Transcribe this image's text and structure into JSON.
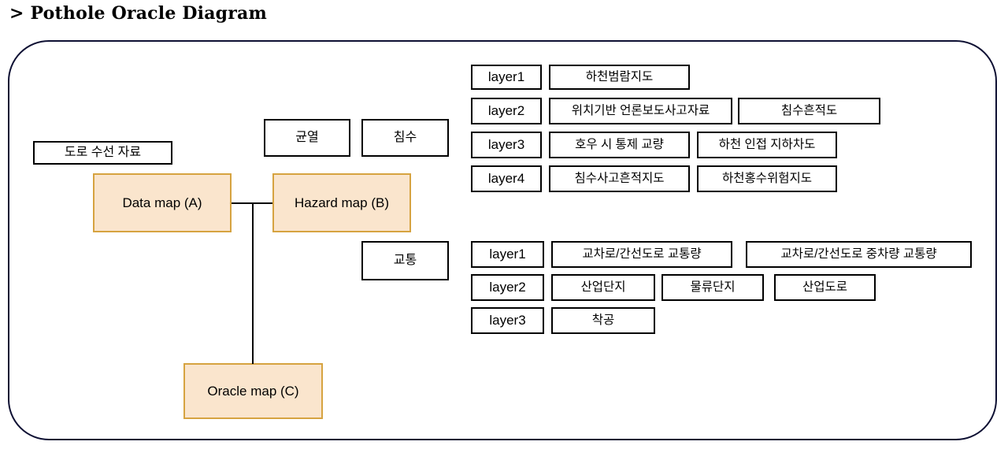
{
  "page": {
    "title": "> Pothole Oracle Diagram",
    "accent_fill": "#fae5cd",
    "accent_border": "#d6a340",
    "frame_border": "#0e1033",
    "box_border": "#000000"
  },
  "nodes": {
    "source_box": "도로 수선 자료",
    "data_map": "Data map (A)",
    "hazard_map": "Hazard map (B)",
    "oracle_map": "Oracle map (C)",
    "category_crack": "균열",
    "category_flood": "침수",
    "category_traffic": "교통"
  },
  "flood_layers": [
    {
      "label": "layer1",
      "values": [
        "하천범람지도"
      ]
    },
    {
      "label": "layer2",
      "values": [
        "위치기반 언론보도사고자료",
        "침수흔적도"
      ]
    },
    {
      "label": "layer3",
      "values": [
        "호우 시 통제 교량",
        "하천 인접 지하차도"
      ]
    },
    {
      "label": "layer4",
      "values": [
        "침수사고흔적지도",
        "하천홍수위험지도"
      ]
    }
  ],
  "traffic_layers": [
    {
      "label": "layer1",
      "values": [
        "교차로/간선도로 교통량",
        "교차로/간선도로 중차량 교통량"
      ]
    },
    {
      "label": "layer2",
      "values": [
        "산업단지",
        "물류단지",
        "산업도로"
      ]
    },
    {
      "label": "layer3",
      "values": [
        "착공"
      ]
    }
  ]
}
